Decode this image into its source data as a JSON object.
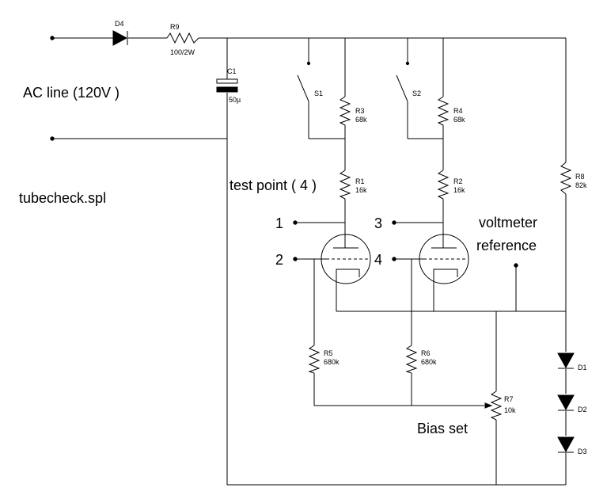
{
  "labels": {
    "ac_line": "AC line (120V )",
    "filename": "tubecheck.spl",
    "test_point": "test point ( 4 )",
    "voltmeter_line1": "voltmeter",
    "voltmeter_line2": "reference",
    "bias_set": "Bias set",
    "pin1": "1",
    "pin2": "2",
    "pin3": "3",
    "pin4": "4"
  },
  "components": {
    "d4": {
      "ref": "D4"
    },
    "r9": {
      "ref": "R9",
      "value": "100/2W"
    },
    "c1": {
      "ref": "C1",
      "value": "50µ"
    },
    "s1": {
      "ref": "S1"
    },
    "s2": {
      "ref": "S2"
    },
    "r3": {
      "ref": "R3",
      "value": "68k"
    },
    "r4": {
      "ref": "R4",
      "value": "68k"
    },
    "r1": {
      "ref": "R1",
      "value": "16k"
    },
    "r2": {
      "ref": "R2",
      "value": "16k"
    },
    "r8": {
      "ref": "R8",
      "value": "82k"
    },
    "r5": {
      "ref": "R5",
      "value": "680k"
    },
    "r6": {
      "ref": "R6",
      "value": "680k"
    },
    "r7": {
      "ref": "R7",
      "value": "10k"
    },
    "d1": {
      "ref": "D1"
    },
    "d2": {
      "ref": "D2"
    },
    "d3": {
      "ref": "D3"
    }
  }
}
